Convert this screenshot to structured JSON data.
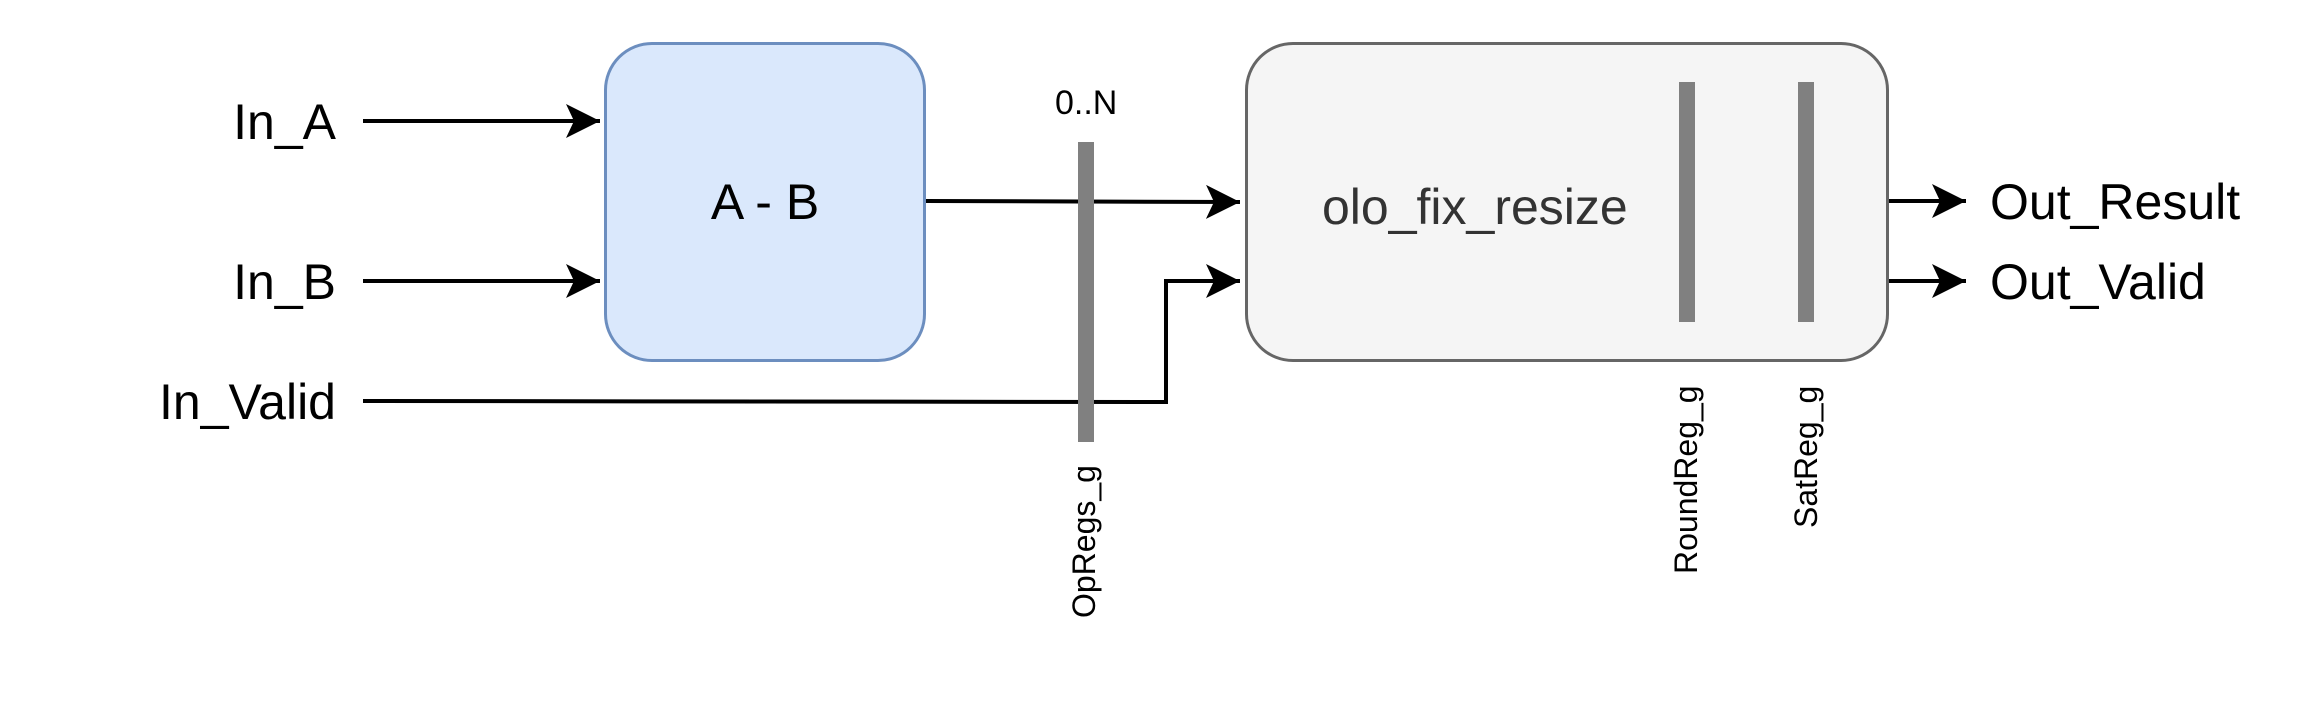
{
  "diagram": {
    "inputs": {
      "in_a": "In_A",
      "in_b": "In_B",
      "in_valid": "In_Valid"
    },
    "subtractor": {
      "label": "A - B"
    },
    "op_regs": {
      "count": "0..N",
      "label": "OpRegs_g"
    },
    "resize": {
      "label": "olo_fix_resize",
      "round_reg": "RoundReg_g",
      "sat_reg": "SatReg_g"
    },
    "outputs": {
      "out_result": "Out_Result",
      "out_valid": "Out_Valid"
    },
    "colors": {
      "subtractor_fill": "#dae8fc",
      "subtractor_border": "#6c8ebf",
      "resize_fill": "#f5f5f5",
      "resize_border": "#666666",
      "register_bar": "#808080"
    }
  }
}
